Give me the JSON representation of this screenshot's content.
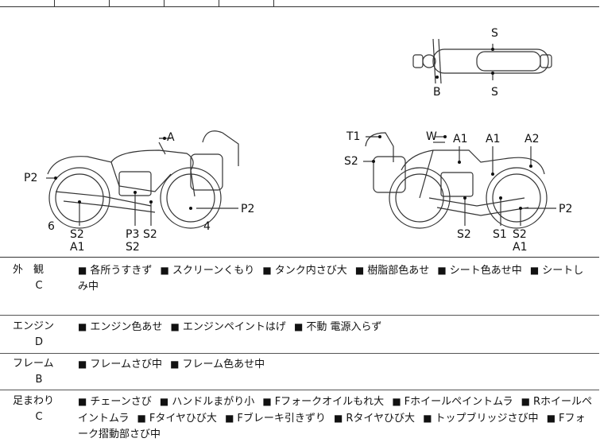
{
  "diagram": {
    "left_labels": [
      "A",
      "P2",
      "P2",
      "6",
      "4",
      "S2",
      "A1",
      "P3",
      "S2",
      "S2"
    ],
    "right_labels": [
      "T1",
      "W",
      "A1",
      "A1",
      "A2",
      "S2",
      "P2",
      "S2",
      "S1",
      "S2",
      "A1"
    ],
    "top_labels": [
      "S",
      "B",
      "S"
    ]
  },
  "sections": [
    {
      "name": "外　観",
      "grade": "C",
      "items": [
        "各所うすきず",
        "スクリーンくもり",
        "タンク内さび大",
        "樹脂部色あせ",
        "シート色あせ中",
        "シートしみ中"
      ]
    },
    {
      "name": "エンジン",
      "grade": "D",
      "items": [
        "エンジン色あせ",
        "エンジンペイントはげ",
        "不動 電源入らず"
      ]
    },
    {
      "name": "フレーム",
      "grade": "B",
      "items": [
        "フレームさび中",
        "フレーム色あせ中"
      ]
    },
    {
      "name": "足まわり",
      "grade": "C",
      "items": [
        "チェーンさび",
        "ハンドルまがり小",
        "Fフォークオイルもれ大",
        "Fホイールペイントムラ",
        "Rホイールペイントムラ",
        "Fタイヤひび大",
        "Fブレーキ引きずり",
        "Rタイヤひび大",
        "トップブリッジさび中",
        "Fフォーク摺動部さび中"
      ]
    }
  ],
  "bullet_glyph": "■"
}
